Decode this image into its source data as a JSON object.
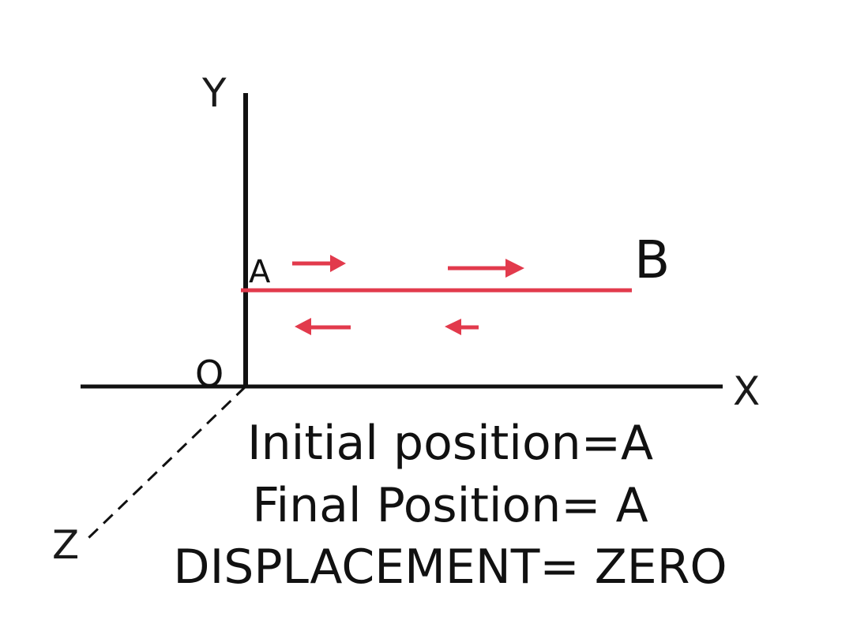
{
  "axes": {
    "x_label": "X",
    "y_label": "Y",
    "z_label": "Z",
    "origin_label": "O"
  },
  "points": {
    "a_label": "A",
    "b_label": "B"
  },
  "colors": {
    "path": "#e23a4c",
    "axis": "#111111"
  },
  "captions": {
    "initial": "Initial position=A",
    "final": "Final Position= A",
    "displacement": "DISPLACEMENT= ZERO"
  }
}
